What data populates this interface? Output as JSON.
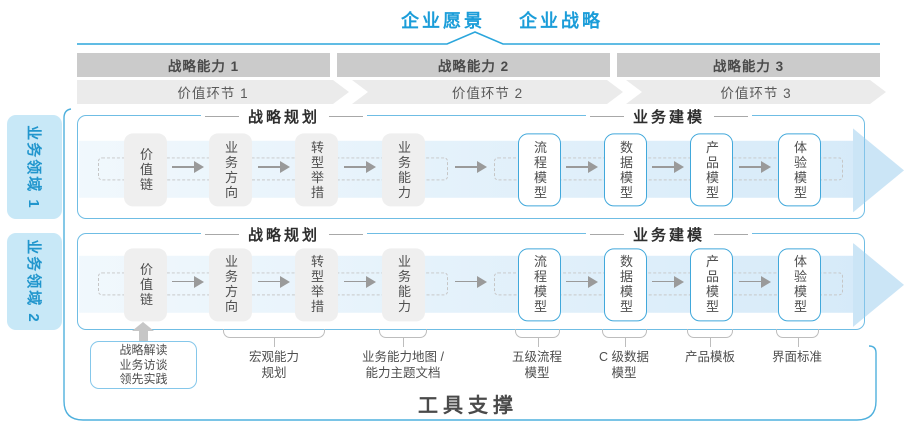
{
  "header": {
    "vision": "企业愿景",
    "strategy": "企业战略"
  },
  "capability_bands": [
    {
      "label": "战略能力 1"
    },
    {
      "label": "战略能力 2"
    },
    {
      "label": "战略能力 3"
    }
  ],
  "value_bands": [
    {
      "label": "价值环节 1"
    },
    {
      "label": "价值环节 2"
    },
    {
      "label": "价值环节 3"
    }
  ],
  "domains": [
    {
      "label": "业务领域 1"
    },
    {
      "label": "业务领域 2"
    }
  ],
  "sections": {
    "planning": "战略规划",
    "modeling": "业务建模"
  },
  "pipeline": {
    "value_chain": "价值链",
    "business_direction": "业务方向",
    "transformation": "转型举措",
    "business_capability": "业务能力",
    "process_model": "流程模型",
    "data_model": "数据模型",
    "product_model": "产品模型",
    "experience_model": "体验模型"
  },
  "annotations": {
    "interview": {
      "lines": [
        "战略解读",
        "业务访谈",
        "领先实践"
      ]
    },
    "macro_planning": {
      "lines": [
        "宏观能力",
        "规划"
      ]
    },
    "capability_map": {
      "lines": [
        "业务能力地图 /",
        "能力主题文档"
      ]
    },
    "process_model": {
      "lines": [
        "五级流程",
        "模型"
      ]
    },
    "data_model": {
      "lines": [
        "C 级数据",
        "模型"
      ]
    },
    "product_template": {
      "lines": [
        "产品模板"
      ]
    },
    "ui_standard": {
      "lines": [
        "界面标准"
      ]
    }
  },
  "footer": {
    "tool_support": "工具支撑"
  },
  "colors": {
    "accent_blue": "#1b9dd9",
    "box_border_blue": "#41a8db",
    "domain_label_bg": "#c8e8f7",
    "capability_band_gray": "#cbcbcb",
    "value_band_gray": "#ebebeb",
    "flow_band_blue": "#dcedf8"
  }
}
